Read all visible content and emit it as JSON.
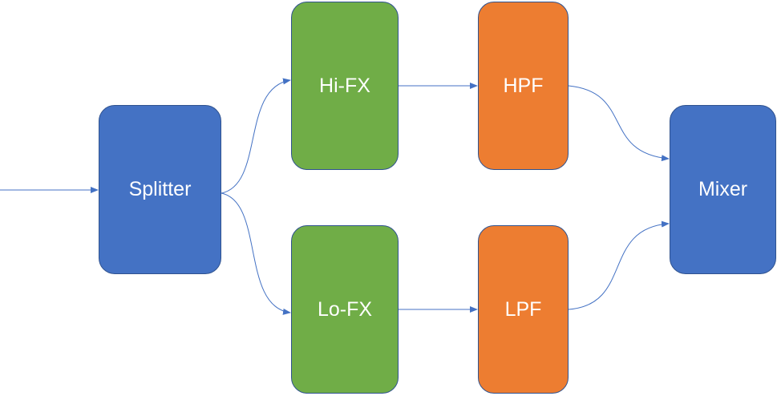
{
  "diagram": {
    "nodes": {
      "splitter": "Splitter",
      "hifx": "Hi-FX",
      "lofx": "Lo-FX",
      "hpf": "HPF",
      "lpf": "LPF",
      "mixer": "Mixer"
    },
    "colors": {
      "blue_fill": "#4472c4",
      "green_fill": "#70ad47",
      "orange_fill": "#ed7d31",
      "outline": "#2f528f",
      "arrow": "#4472c4",
      "label_text": "#ffffff"
    },
    "edges": [
      {
        "from": "input",
        "to": "splitter"
      },
      {
        "from": "splitter",
        "to": "hifx"
      },
      {
        "from": "splitter",
        "to": "lofx"
      },
      {
        "from": "hifx",
        "to": "hpf"
      },
      {
        "from": "lofx",
        "to": "lpf"
      },
      {
        "from": "hpf",
        "to": "mixer"
      },
      {
        "from": "lpf",
        "to": "mixer"
      }
    ]
  }
}
